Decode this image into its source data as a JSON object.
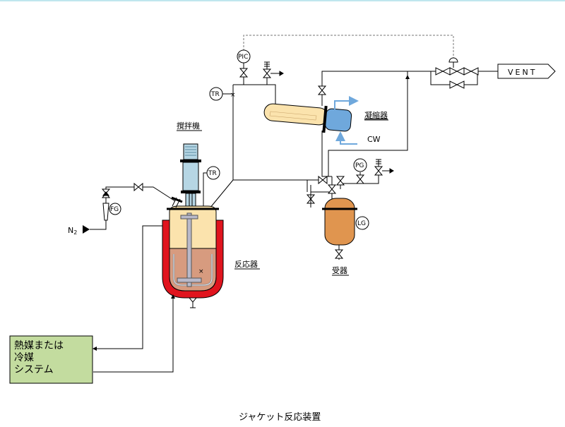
{
  "labels": {
    "agitator": "撹拌機",
    "condenser": "凝縮器",
    "cw": "CW",
    "reactor": "反応器",
    "receiver": "受器",
    "vent": "VENT",
    "n2": "N",
    "n2_sub": "2",
    "pic": "PIC",
    "tr_top": "TR",
    "tr_reactor": "TR",
    "fg": "FG",
    "pg": "PG",
    "lg": "LG"
  },
  "heat_system": {
    "line1": "熱媒または",
    "line2": "冷媒",
    "line3": "システム"
  },
  "caption": "ジャケット反応装置",
  "colors": {
    "jacket": "#e0141e",
    "reactor_upper": "#fbe3ad",
    "reactor_liquid": "#d79b7f",
    "agitator": "#b6d6e4",
    "condenser_body": "#fbe3ad",
    "condenser_head": "#6fa8dc",
    "cooling_water": "#6fa8dc",
    "receiver": "#e0954f",
    "heat_box": "#c3dc9f"
  }
}
